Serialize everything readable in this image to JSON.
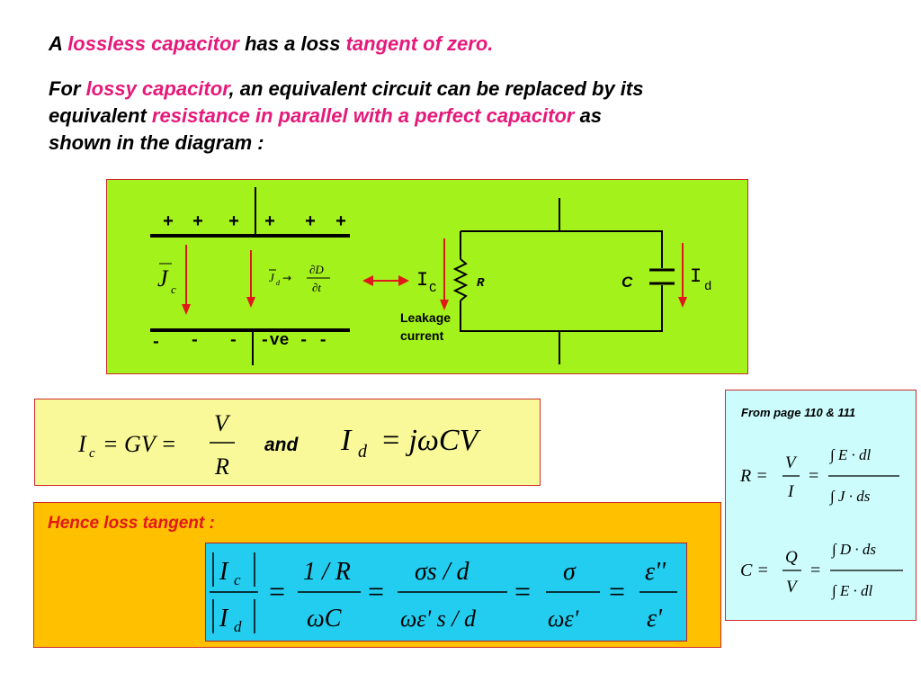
{
  "intro": {
    "line1": {
      "a": "A ",
      "b": "lossless capacitor",
      "c": " has a loss ",
      "d": "tangent of zero."
    },
    "line2": {
      "a": "For ",
      "b": "lossy capacitor",
      "c": ", an equivalent circuit can be replaced by its",
      "d": "equivalent ",
      "e": "resistance in parallel with a perfect capacitor",
      "f": " as",
      "g": "shown in the diagram :"
    }
  },
  "colors": {
    "highlight": "#e6197a",
    "diagram_bg": "#a4f21c",
    "eq_bg": "#f9f99a",
    "hence_bg": "#ffc000",
    "tan_bg": "#23cdf0",
    "ref_bg": "#ccfcfc"
  },
  "diagram": {
    "plus_signs": [
      "+",
      "+",
      "+",
      "+",
      "+",
      "+"
    ],
    "minus_signs": [
      "-",
      "-",
      "-"
    ],
    "minus_right": "-ve - -",
    "jc": "J",
    "jc_sub": "c",
    "jd": "J",
    "jd_sub": "d",
    "jd_num": "∂D",
    "jd_den": "∂t",
    "arrow": "→",
    "ic": "I",
    "ic_sub": "C",
    "r_label": "R",
    "c_label": "C",
    "id": "I",
    "id_sub": "d",
    "leakage": "Leakage",
    "current": "current"
  },
  "equations": {
    "ic_eq": {
      "I": "I",
      "sub": "c",
      "mid": "= GV =",
      "num": "V",
      "den": "R"
    },
    "and": "and",
    "id_eq": {
      "I": "I",
      "sub": "d",
      "rhs": "= jωCV"
    }
  },
  "hence": {
    "label": "Hence loss tangent :",
    "ic": "I",
    "ic_sub": "c",
    "id": "I",
    "id_sub": "d",
    "eq": "=",
    "f1_num": "1 / R",
    "f1_den": "ωC",
    "f2_num": "σs / d",
    "f2_den": "ωε' s / d",
    "f3_num": "σ",
    "f3_den": "ωε'",
    "f4_num": "ε''",
    "f4_den": "ε'"
  },
  "ref": {
    "note": "From page 110 & 111",
    "r_lhs": "R =",
    "r_num": "V",
    "r_den": "I",
    "r_num2": "∫ E · dl",
    "r_den2": "∫ J · ds",
    "c_lhs": "C =",
    "c_num": "Q",
    "c_den": "V",
    "c_num2": "∫ D · ds",
    "c_den2": "∫ E · dl",
    "eq": "="
  }
}
